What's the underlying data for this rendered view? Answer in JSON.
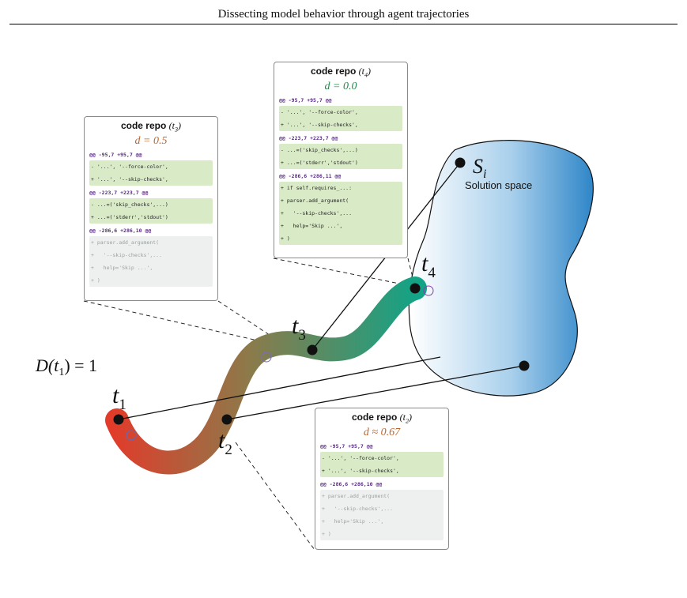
{
  "header": {
    "running_title": "Dissecting model behavior through agent trajectories"
  },
  "figure": {
    "points": [
      {
        "id": "t1",
        "label": "t",
        "sub": "1"
      },
      {
        "id": "t2",
        "label": "t",
        "sub": "2"
      },
      {
        "id": "t3",
        "label": "t",
        "sub": "3"
      },
      {
        "id": "t4",
        "label": "t",
        "sub": "4"
      }
    ],
    "distance_label": {
      "lhs": "D(t",
      "sub": "1",
      "rhs": ") = 1"
    },
    "solution_space": {
      "symbol": "S",
      "sub": "i",
      "caption": "Solution space"
    },
    "colors": {
      "trajectory_start": "#e23b2a",
      "trajectory_mid": "#8c7a4a",
      "trajectory_end": "#11a487",
      "region_blue": "#2f86c8",
      "d_orange": "#c0652a",
      "d_green": "#1e8a4a",
      "diff_green": "#d9ebc6",
      "diff_grey": "#eef0ef",
      "hunk_header": "#5b2a86"
    }
  },
  "panels": {
    "t3": {
      "title": "code repo",
      "arg": "(t",
      "arg_sub": "3",
      "arg_close": ")",
      "d_text": "d = 0.5",
      "hunks": [
        {
          "header": "@@ -95,7 +95,7 @@",
          "style": "green",
          "lines": [
            "- '...', '--force-color',",
            "+ '...', '--skip-checks',"
          ]
        },
        {
          "header": "@@ -223,7 +223,7 @@",
          "style": "green",
          "lines": [
            "- ...=('skip_checks',...)",
            "+ ...=('stderr','stdout')"
          ]
        },
        {
          "header": "@@ -286,6 +286,10 @@",
          "style": "grey",
          "lines": [
            "+ parser.add_argument(",
            "+   '--skip-checks',...",
            "+   help='Skip ...',",
            "+ )"
          ]
        }
      ]
    },
    "t4": {
      "title": "code repo",
      "arg": "(t",
      "arg_sub": "4",
      "arg_close": ")",
      "d_text": "d = 0.0",
      "hunks": [
        {
          "header": "@@ -95,7 +95,7 @@",
          "style": "green",
          "lines": [
            "- '...', '--force-color',",
            "+ '...', '--skip-checks',"
          ]
        },
        {
          "header": "@@ -223,7 +223,7 @@",
          "style": "green",
          "lines": [
            "- ...=('skip_checks',...)",
            "+ ...=('stderr','stdout')"
          ]
        },
        {
          "header": "@@ -286,6 +286,11 @@",
          "style": "green",
          "lines": [
            "+ if self.requires_...:",
            "+ parser.add_argument(",
            "+   '--skip-checks',...",
            "+   help='Skip ...',",
            "+ )"
          ]
        }
      ]
    },
    "t2": {
      "title": "code repo",
      "arg": "(t",
      "arg_sub": "2",
      "arg_close": ")",
      "d_text": "d ≈ 0.67",
      "hunks": [
        {
          "header": "@@ -95,7 +95,7 @@",
          "style": "green",
          "lines": [
            "- '...', '--force-color',",
            "+ '...', '--skip-checks',"
          ]
        },
        {
          "header": "@@ -286,6 +286,10 @@",
          "style": "grey",
          "lines": [
            "+ parser.add_argument(",
            "+   '--skip-checks',...",
            "+   help='Skip ...',",
            "+ )"
          ]
        }
      ]
    }
  }
}
